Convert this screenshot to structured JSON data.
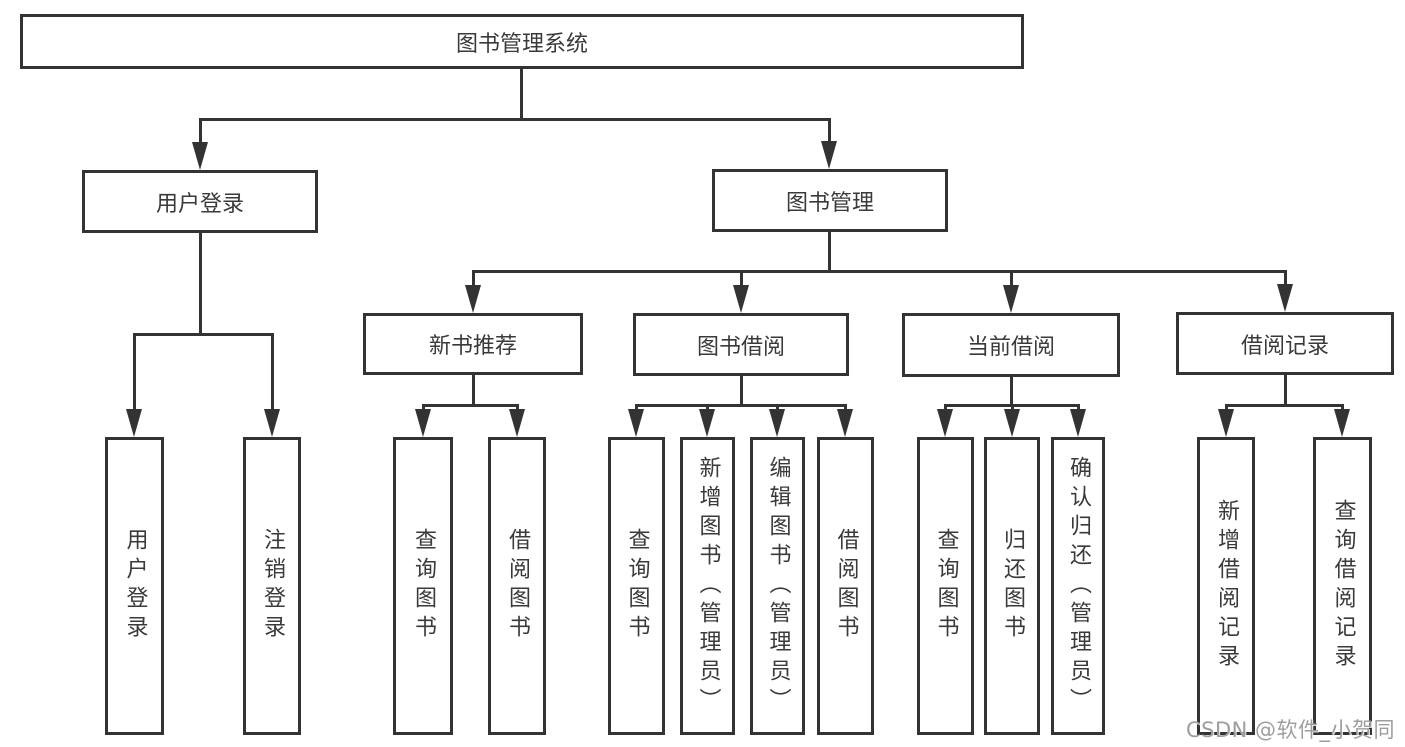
{
  "colors": {
    "line": "#333333",
    "text": "#3a3a3a",
    "watermark": "#9e9e9e"
  },
  "tree": {
    "root": {
      "label": "图书管理系统"
    },
    "branches": [
      {
        "label": "用户登录",
        "children": [
          {
            "label": "用户登录"
          },
          {
            "label": "注销登录"
          }
        ]
      },
      {
        "label": "图书管理",
        "children": [
          {
            "label": "新书推荐",
            "children": [
              {
                "label": "查询图书"
              },
              {
                "label": "借阅图书"
              }
            ]
          },
          {
            "label": "图书借阅",
            "children": [
              {
                "label": "查询图书"
              },
              {
                "label": "新增图书（管理员）"
              },
              {
                "label": "编辑图书（管理员）"
              },
              {
                "label": "借阅图书"
              }
            ]
          },
          {
            "label": "当前借阅",
            "children": [
              {
                "label": "查询图书"
              },
              {
                "label": "归还图书"
              },
              {
                "label": "确认归还（管理员）"
              }
            ]
          },
          {
            "label": "借阅记录",
            "children": [
              {
                "label": "新增借阅记录"
              },
              {
                "label": "查询借阅记录"
              }
            ]
          }
        ]
      }
    ]
  },
  "watermark": {
    "text": "CSDN @软件_小贺同学"
  }
}
